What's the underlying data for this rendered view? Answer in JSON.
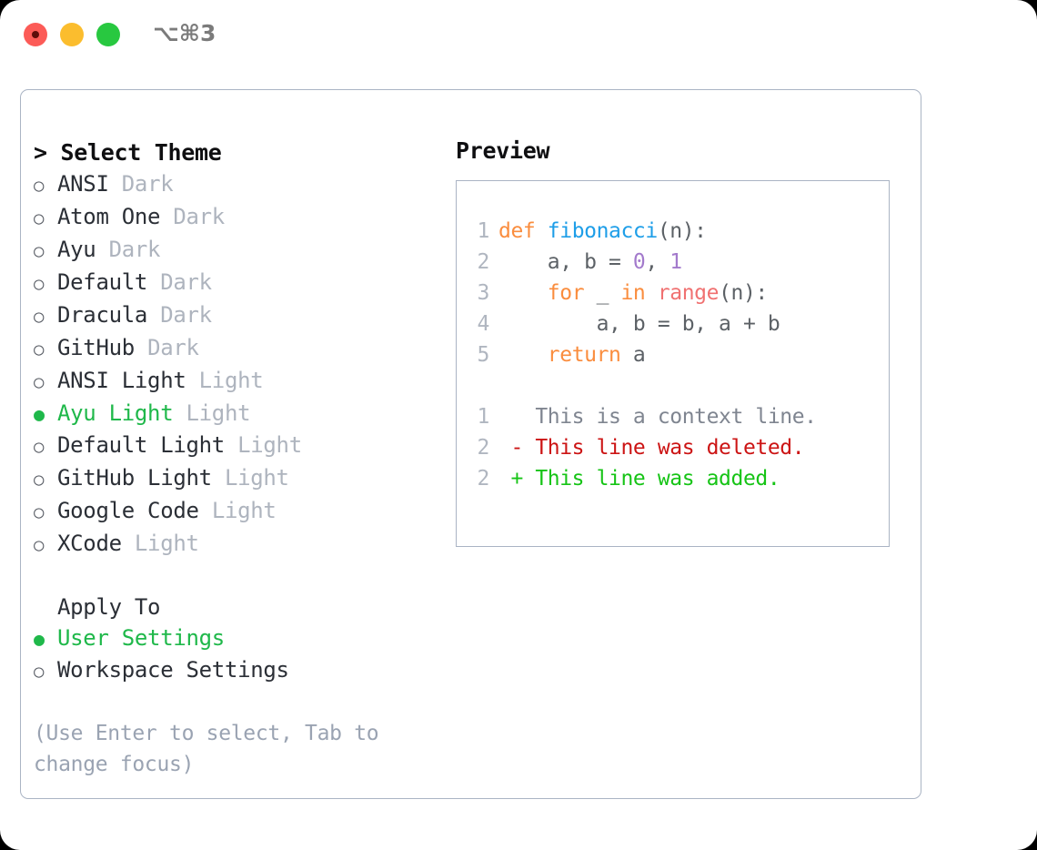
{
  "window": {
    "shortcut": "⌥⌘3",
    "traffic_lights": [
      {
        "name": "close",
        "color": "#fc5b57"
      },
      {
        "name": "minimize",
        "color": "#fbbd2e"
      },
      {
        "name": "maximize",
        "color": "#28c840"
      }
    ]
  },
  "theme_picker": {
    "heading": "> Select Theme",
    "selected_theme": "Ayu Light",
    "accent_color": "#1fb84a",
    "items": [
      {
        "marker": "○",
        "name": "ANSI",
        "kind": "Dark",
        "selected": false
      },
      {
        "marker": "○",
        "name": "Atom One",
        "kind": "Dark",
        "selected": false
      },
      {
        "marker": "○",
        "name": "Ayu",
        "kind": "Dark",
        "selected": false
      },
      {
        "marker": "○",
        "name": "Default",
        "kind": "Dark",
        "selected": false
      },
      {
        "marker": "○",
        "name": "Dracula",
        "kind": "Dark",
        "selected": false
      },
      {
        "marker": "○",
        "name": "GitHub",
        "kind": "Dark",
        "selected": false
      },
      {
        "marker": "○",
        "name": "ANSI Light",
        "kind": "Light",
        "selected": false
      },
      {
        "marker": "●",
        "name": "Ayu Light",
        "kind": "Light",
        "selected": true
      },
      {
        "marker": "○",
        "name": "Default Light",
        "kind": "Light",
        "selected": false
      },
      {
        "marker": "○",
        "name": "GitHub Light",
        "kind": "Light",
        "selected": false
      },
      {
        "marker": "○",
        "name": "Google Code",
        "kind": "Light",
        "selected": false
      },
      {
        "marker": "○",
        "name": "XCode",
        "kind": "Light",
        "selected": false
      }
    ]
  },
  "apply_to": {
    "heading": "Apply To",
    "items": [
      {
        "marker": "●",
        "name": "User Settings",
        "selected": true
      },
      {
        "marker": "○",
        "name": "Workspace Settings",
        "selected": false
      }
    ]
  },
  "hint": "(Use Enter to select, Tab to change focus)",
  "preview": {
    "heading": "Preview",
    "code_lines": [
      {
        "num": "1",
        "segments": [
          {
            "text": "def ",
            "style": "tok-kw"
          },
          {
            "text": "fibonacci",
            "style": "tok-fn"
          },
          {
            "text": "(n):",
            "style": "tok-plain"
          }
        ]
      },
      {
        "num": "2",
        "segments": [
          {
            "text": "    a, b = ",
            "style": "tok-plain"
          },
          {
            "text": "0",
            "style": "tok-num"
          },
          {
            "text": ", ",
            "style": "tok-plain"
          },
          {
            "text": "1",
            "style": "tok-num"
          }
        ]
      },
      {
        "num": "3",
        "segments": [
          {
            "text": "    ",
            "style": "tok-plain"
          },
          {
            "text": "for",
            "style": "tok-kw"
          },
          {
            "text": " _ ",
            "style": "tok-plain"
          },
          {
            "text": "in",
            "style": "tok-kw"
          },
          {
            "text": " ",
            "style": "tok-plain"
          },
          {
            "text": "range",
            "style": "tok-call"
          },
          {
            "text": "(n):",
            "style": "tok-plain"
          }
        ]
      },
      {
        "num": "4",
        "segments": [
          {
            "text": "        a, b = b, a + b",
            "style": "tok-plain"
          }
        ]
      },
      {
        "num": "5",
        "segments": [
          {
            "text": "    ",
            "style": "tok-plain"
          },
          {
            "text": "return",
            "style": "tok-kw"
          },
          {
            "text": " a",
            "style": "tok-plain"
          }
        ]
      }
    ],
    "diff_lines": [
      {
        "num": "1",
        "segments": [
          {
            "text": "   This is a context line.",
            "style": "tok-ctx"
          }
        ]
      },
      {
        "num": "2",
        "segments": [
          {
            "text": " - This line was deleted.",
            "style": "tok-del"
          }
        ]
      },
      {
        "num": "2",
        "segments": [
          {
            "text": " + This line was added.",
            "style": "tok-add"
          }
        ]
      }
    ]
  }
}
